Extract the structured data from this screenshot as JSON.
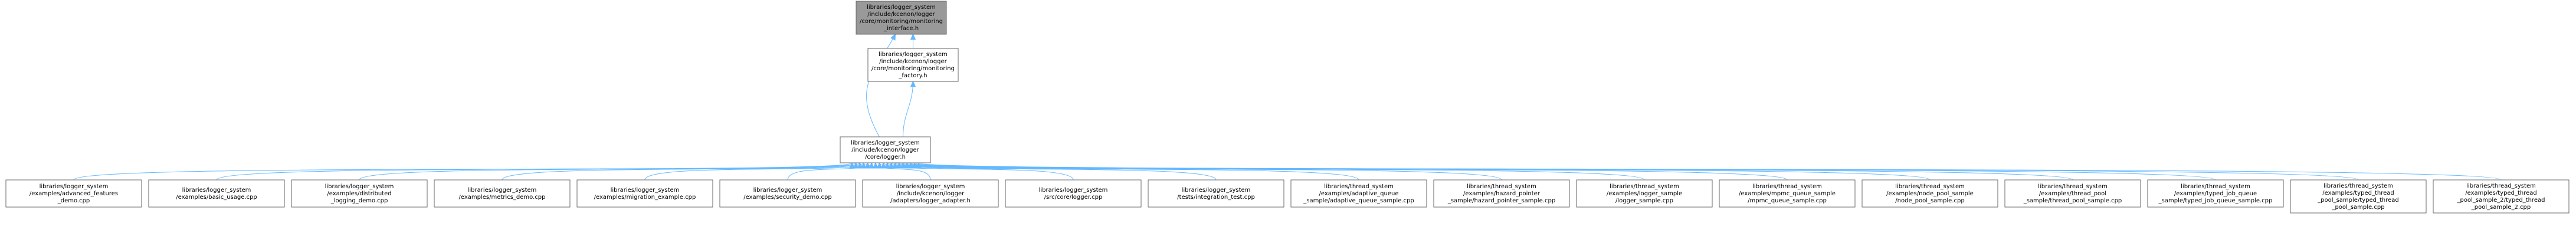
{
  "diagram": {
    "colors": {
      "edge": "#63b8ff",
      "root_fill": "#999999",
      "node_fill": "#ffffff",
      "border": "#666666"
    },
    "root": {
      "id": "n0",
      "lines": [
        "libraries/logger_system",
        "/include/kcenon/logger",
        "/core/monitoring/monitoring",
        "_interface.h"
      ]
    },
    "middle": {
      "id": "n1",
      "lines": [
        "libraries/logger_system",
        "/include/kcenon/logger",
        "/core/monitoring/monitoring",
        "_factory.h"
      ]
    },
    "hub": {
      "id": "n2",
      "lines": [
        "libraries/logger_system",
        "/include/kcenon/logger",
        "/core/logger.h"
      ]
    },
    "leaves": [
      {
        "id": "l0",
        "lines": [
          "libraries/logger_system",
          "/examples/advanced_features",
          "_demo.cpp"
        ]
      },
      {
        "id": "l1",
        "lines": [
          "libraries/logger_system",
          "/examples/basic_usage.cpp"
        ]
      },
      {
        "id": "l2",
        "lines": [
          "libraries/logger_system",
          "/examples/distributed",
          "_logging_demo.cpp"
        ]
      },
      {
        "id": "l3",
        "lines": [
          "libraries/logger_system",
          "/examples/metrics_demo.cpp"
        ]
      },
      {
        "id": "l4",
        "lines": [
          "libraries/logger_system",
          "/examples/migration_example.cpp"
        ]
      },
      {
        "id": "l5",
        "lines": [
          "libraries/logger_system",
          "/examples/security_demo.cpp"
        ]
      },
      {
        "id": "l6",
        "lines": [
          "libraries/logger_system",
          "/include/kcenon/logger",
          "/adapters/logger_adapter.h"
        ]
      },
      {
        "id": "l7",
        "lines": [
          "libraries/logger_system",
          "/src/core/logger.cpp"
        ]
      },
      {
        "id": "l8",
        "lines": [
          "libraries/logger_system",
          "/tests/integration_test.cpp"
        ]
      },
      {
        "id": "l9",
        "lines": [
          "libraries/thread_system",
          "/examples/adaptive_queue",
          "_sample/adaptive_queue_sample.cpp"
        ]
      },
      {
        "id": "l10",
        "lines": [
          "libraries/thread_system",
          "/examples/hazard_pointer",
          "_sample/hazard_pointer_sample.cpp"
        ]
      },
      {
        "id": "l11",
        "lines": [
          "libraries/thread_system",
          "/examples/logger_sample",
          "/logger_sample.cpp"
        ]
      },
      {
        "id": "l12",
        "lines": [
          "libraries/thread_system",
          "/examples/mpmc_queue_sample",
          "/mpmc_queue_sample.cpp"
        ]
      },
      {
        "id": "l13",
        "lines": [
          "libraries/thread_system",
          "/examples/node_pool_sample",
          "/node_pool_sample.cpp"
        ]
      },
      {
        "id": "l14",
        "lines": [
          "libraries/thread_system",
          "/examples/thread_pool",
          "_sample/thread_pool_sample.cpp"
        ]
      },
      {
        "id": "l15",
        "lines": [
          "libraries/thread_system",
          "/examples/typed_job_queue",
          "_sample/typed_job_queue_sample.cpp"
        ]
      },
      {
        "id": "l16",
        "lines": [
          "libraries/thread_system",
          "/examples/typed_thread",
          "_pool_sample/typed_thread",
          "_pool_sample.cpp"
        ]
      },
      {
        "id": "l17",
        "lines": [
          "libraries/thread_system",
          "/examples/typed_thread",
          "_pool_sample_2/typed_thread",
          "_pool_sample_2.cpp"
        ]
      }
    ]
  }
}
